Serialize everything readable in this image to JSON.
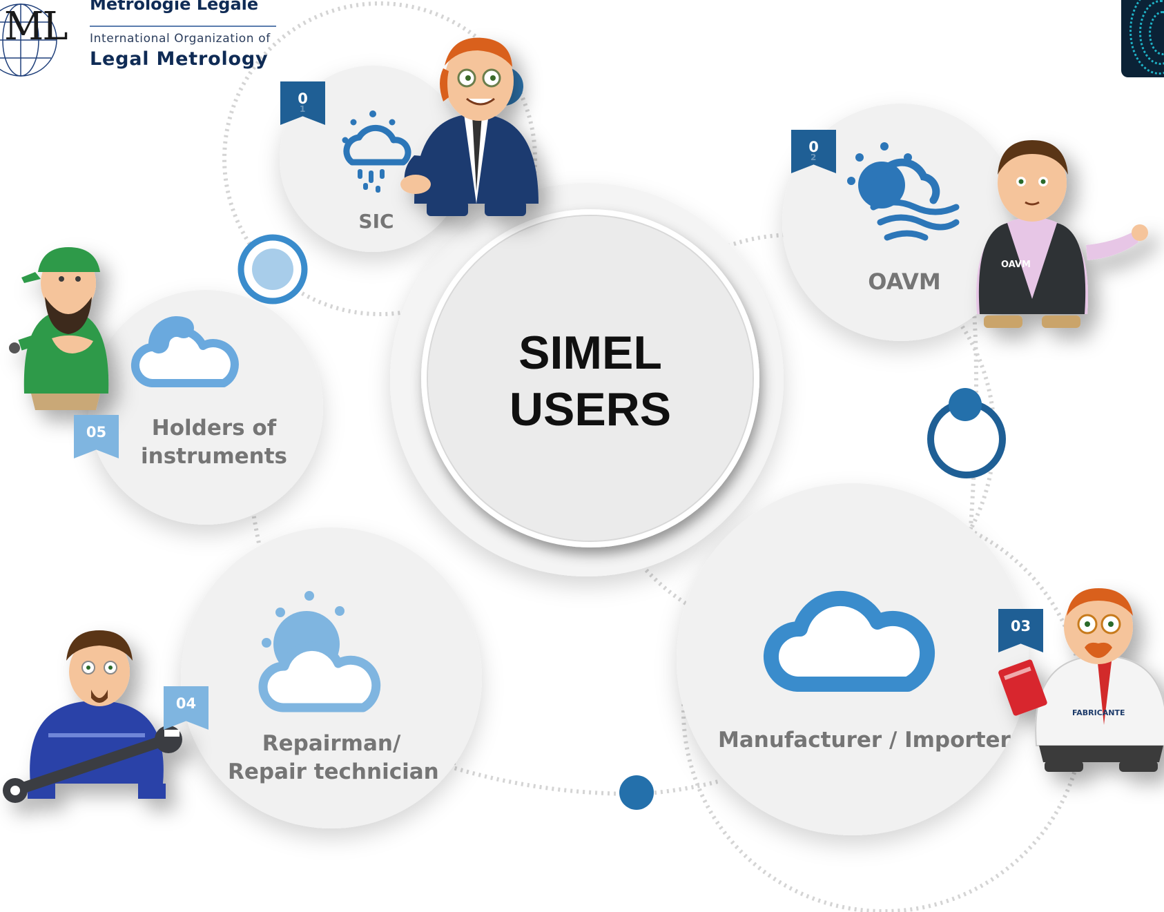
{
  "logo": {
    "monogram": "ML",
    "line1": "Métrologie Légale",
    "line2": "International Organization of",
    "line3": "Legal Metrology"
  },
  "center": {
    "line1": "SIMEL",
    "line2": "USERS"
  },
  "users": [
    {
      "id": "sic",
      "number": "0",
      "number_sub": "1",
      "label_lines": [
        "SIC"
      ],
      "icon": "rain-cloud-icon",
      "character": "businessman-character"
    },
    {
      "id": "oavm",
      "number": "0",
      "number_sub": "2",
      "label_lines": [
        "OAVM"
      ],
      "icon": "windy-sun-cloud-icon",
      "character": "oavm-inspector-character",
      "character_badge": "OAVM"
    },
    {
      "id": "manufacturer",
      "number": "03",
      "label_lines": [
        "Manufacturer / Importer"
      ],
      "icon": "cloud-icon",
      "character": "manufacturer-character",
      "character_badge": "FABRICANTE"
    },
    {
      "id": "repairman",
      "number": "04",
      "label_lines": [
        "Repairman/",
        "Repair technician"
      ],
      "icon": "partly-cloudy-icon",
      "character": "repairman-character"
    },
    {
      "id": "holders",
      "number": "05",
      "label_lines": [
        "Holders of",
        "instruments"
      ],
      "icon": "cloud-outline-icon",
      "character": "mechanic-character"
    }
  ],
  "colors": {
    "dark_blue": "#1f5f95",
    "mid_blue": "#3a8ccc",
    "light_blue": "#7fb5e0",
    "label_gray": "#757575",
    "circle_fill": "#f2f2f2"
  }
}
